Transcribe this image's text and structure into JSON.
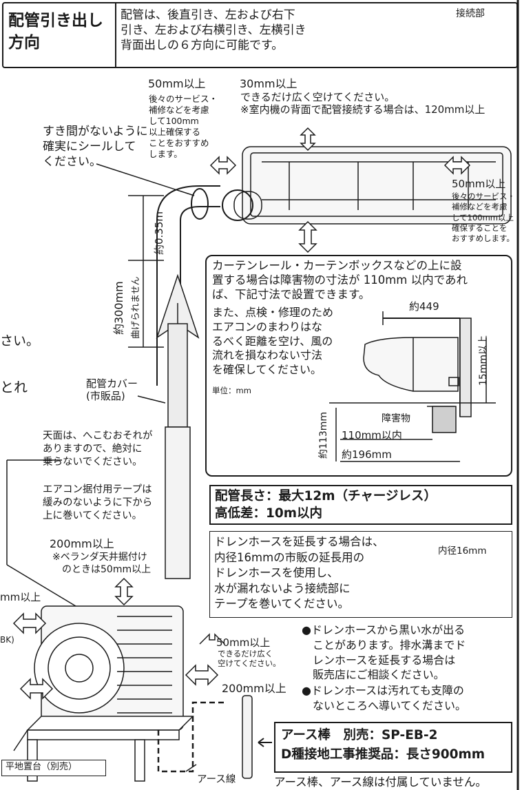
{
  "header": {
    "title_line1": "配管引き出し",
    "title_line2": "方向",
    "desc": "配管は、後直引き、左および右下\n引き、左および右横引き、左横引き\n背面出しの６方向に可能です。",
    "connection_label": "接続部"
  },
  "top_clearance": {
    "left_heading": "50mm以上",
    "left_body": "後々のサービス・\n補修などを考慮\nして100mm\n以上確保する\nことをおすすめ\nします。",
    "top_heading": "30mm以上",
    "top_body": "できるだけ広く空けてください。\n※室内機の背面で配管接続する場合は、120mm以上",
    "right_heading": "50mm以上",
    "right_body": "後々のサービス・\n補修などを考慮\nして100mm以上\n確保することを\nおすすめします。"
  },
  "seal_note": "すき間がないように\n確実にシールして\nください。",
  "pipe_dims": {
    "len035": "約0.35m",
    "len300": "約300mm",
    "no_bend": "曲げられません"
  },
  "partial_text": {
    "line1": "さい。",
    "line2": "とれ"
  },
  "pipe_cover": "配管カバー\n(市販品)",
  "roof_note": "天面は、へこむおそれが\nありますので、絶対に\n乗らないでください。",
  "tape_note": "エアコン据付用テープは\n緩みのないように下から\n上に巻いてください。",
  "top_outdoor": {
    "heading": "200mm以上",
    "body": "※ベランダ天井据付け\n　のときは50mm以上"
  },
  "outdoor_left": {
    "clip1": "mm以上",
    "clip2": "BK)"
  },
  "outdoor_right": {
    "heading": "50mm以上",
    "body": "できるだけ広く\n空けてください。",
    "front": "200mm以上"
  },
  "curtain_box": {
    "text": "カーテンレール・カーテンボックスなどの上に設\n置する場合は障害物の寸法が 110mm 以内であれ\nば、下記寸法で設置できます。",
    "sub": "また、点検・修理のため\nエアコンのまわりはな\nるべく距離を空け、風の\n流れを損なわない寸法\nを確保してください。",
    "unit": "単位：mm",
    "dim449": "約449",
    "dim15": "15mm以上",
    "obstacle": "障害物",
    "dim110": "110mm以内",
    "dim196": "約196mm",
    "dim113": "約113mm"
  },
  "pipe_length": {
    "line1": "配管長さ：最大12m（チャージレス）",
    "line2": "高低差：10m以内"
  },
  "drain_box": {
    "text": "ドレンホースを延長する場合は、\n内径16mmの市販の延長用の\nドレンホースを使用し、\n水が漏れないよう接続部に\nテープを巻いてください。",
    "inner": "内径16mm"
  },
  "bullets": {
    "b1": "●ドレンホースから黒い水が出る\n　ことがあります。排水溝までド\n　レンホースを延長する場合は\n　販売店にご相談ください。",
    "b2": "●ドレンホースは汚れても支障の\n　ないところへ導いてください。"
  },
  "earth_box": {
    "line1": "アース棒　別売：SP-EB-2",
    "line2": "D種接地工事推奨品：長さ900mm"
  },
  "earth_note": "アース棒、アース線は付属していません。",
  "stand_label": "平地置台（別売）",
  "earth_wire": "アース線"
}
